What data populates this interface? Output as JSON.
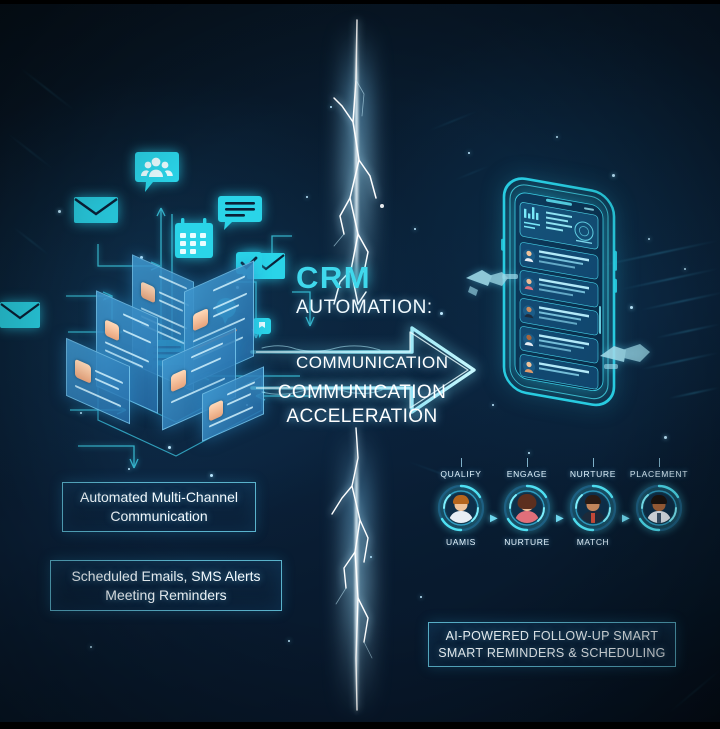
{
  "scene": {
    "title": "CRM Automation: Communication Acceleration infographic",
    "background_color": "#0a2138",
    "accent_color": "#2ad4e8",
    "accent_bright": "#3fd8ec",
    "text_color": "#f4fbff",
    "lightning_color": "#ffffff"
  },
  "headline": {
    "brand": "CRM",
    "subtitle": "AUTOMATION:",
    "line_1": "COMMUNICATION",
    "line_2": "COMMUNICATION\nACCELERATION",
    "line_2_a": "COMMUNICATION",
    "line_2_b": "ACCELERATION"
  },
  "callouts": [
    {
      "id": "callout-multichannel",
      "line_1": "Automated Multi-Channel",
      "line_2": "Communication",
      "text": "Automated Multi-Channel Communication"
    },
    {
      "id": "callout-scheduled",
      "line_1": "Scheduled Emails, SMS Alerts",
      "line_2": "Meeting Reminders",
      "text": "Scheduled Emails, SMS Alerts Meeting Reminders"
    },
    {
      "id": "callout-ai",
      "line_1": "AI-POWERED FOLLOW-UP SMART",
      "line_2": "SMART REMINDERS & SCHEDULING",
      "text": "AI-POWERED FOLLOW-UP SMART SMART REMINDERS & SCHEDULING"
    }
  ],
  "pipeline": {
    "arrow_glyph": "▶",
    "stages": [
      {
        "top_label": "QUALIFY",
        "bottom_label": "UAMIS",
        "skin": "#f0c39a",
        "hair": "#b5651d",
        "shirt": "#e8eef5",
        "accent": "#4a6f8f"
      },
      {
        "top_label": "ENGAGE",
        "bottom_label": "NURTURE",
        "skin": "#edbb95",
        "hair": "#5c2f1f",
        "shirt": "#e06f7a",
        "accent": "#e8eef5"
      },
      {
        "top_label": "NURTURE",
        "bottom_label": "MATCH",
        "skin": "#c98a5e",
        "hair": "#2d1c14",
        "shirt": "#1d2b3c",
        "accent": "#c94b3a"
      },
      {
        "top_label": "PLACEMENT",
        "bottom_label": "",
        "skin": "#a8663c",
        "hair": "#1c1410",
        "shirt": "#e8eef5",
        "accent": "#3d556e"
      }
    ]
  },
  "left_icons": [
    {
      "name": "envelope-icon",
      "label": "Email"
    },
    {
      "name": "group-chat-icon",
      "label": "Contacts message"
    },
    {
      "name": "calendar-icon",
      "label": "Schedule"
    },
    {
      "name": "chat-lines-icon",
      "label": "Chat"
    },
    {
      "name": "envelope-icon-2",
      "label": "Email"
    },
    {
      "name": "envelope-icon-3",
      "label": "Email"
    },
    {
      "name": "check-bubble-icon",
      "label": "Confirmation"
    },
    {
      "name": "message-bubble-icon",
      "label": "Message"
    }
  ],
  "phone": {
    "name": "crm-mobile-app-mockup",
    "notification_rows": 5,
    "header_label": "",
    "frame_color": "#2ad4e8"
  }
}
